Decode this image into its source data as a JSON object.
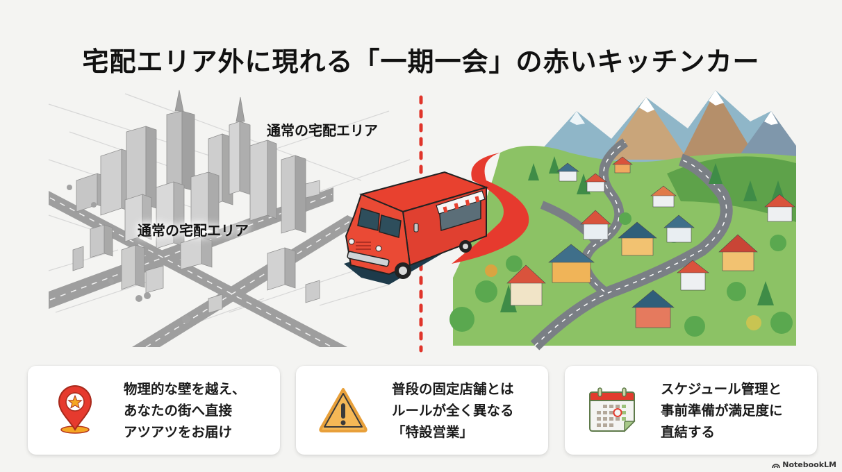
{
  "title": "宅配エリア外に現れる「一期一会」の赤いキッチンカー",
  "illustration": {
    "left_scene": "grayscale-city",
    "right_scene": "rural-village-with-mountains",
    "divider": "red-dashed-line",
    "vehicle": "red-food-truck",
    "labels": [
      "通常の宅配エリア",
      "通常の宅配エリア"
    ],
    "colors": {
      "accent_red": "#e63a2e",
      "divider_red": "#e0352b",
      "truck_red": "#e8412f",
      "city_gray": "#bdbdbd"
    }
  },
  "cards": [
    {
      "icon": "map-pin-star-icon",
      "lines": [
        "物理的な壁を越え、",
        "あなたの街へ直接",
        "アツアツをお届け"
      ]
    },
    {
      "icon": "warning-triangle-icon",
      "lines": [
        "普段の固定店舗とは",
        "ルールが全く異なる",
        "「特設営業」"
      ]
    },
    {
      "icon": "calendar-icon",
      "lines": [
        "スケジュール管理と",
        "事前準備が満足度に",
        "直結する"
      ]
    }
  ],
  "brand": {
    "label": "NotebookLM",
    "icon": "notebooklm-logo-icon"
  }
}
